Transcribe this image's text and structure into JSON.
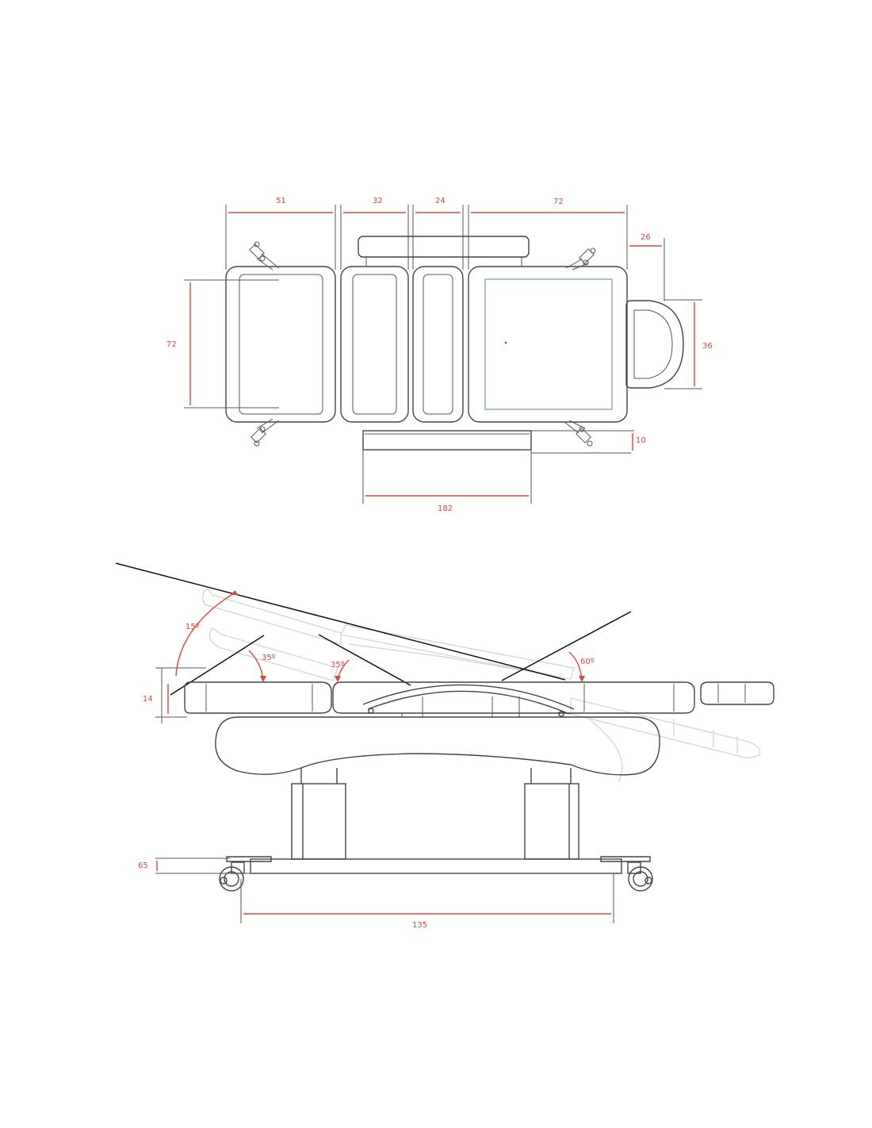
{
  "colors": {
    "line": "#444444",
    "dimension": "#e0473a",
    "ghost": "#d6d6d6",
    "highlight": "#8fb2d6"
  },
  "top_view": {
    "dim_51": "51",
    "dim_32": "32",
    "dim_24": "24",
    "dim_72_top": "72",
    "dim_26": "26",
    "dim_72_left": "72",
    "dim_36": "36",
    "dim_10": "10",
    "dim_182": "182"
  },
  "side_view": {
    "angle_15": "15º",
    "angle_35_left": "35º",
    "angle_35_mid": "35º",
    "angle_60": "60º",
    "dim_14": "14",
    "dim_65": "65",
    "dim_135": "135"
  }
}
